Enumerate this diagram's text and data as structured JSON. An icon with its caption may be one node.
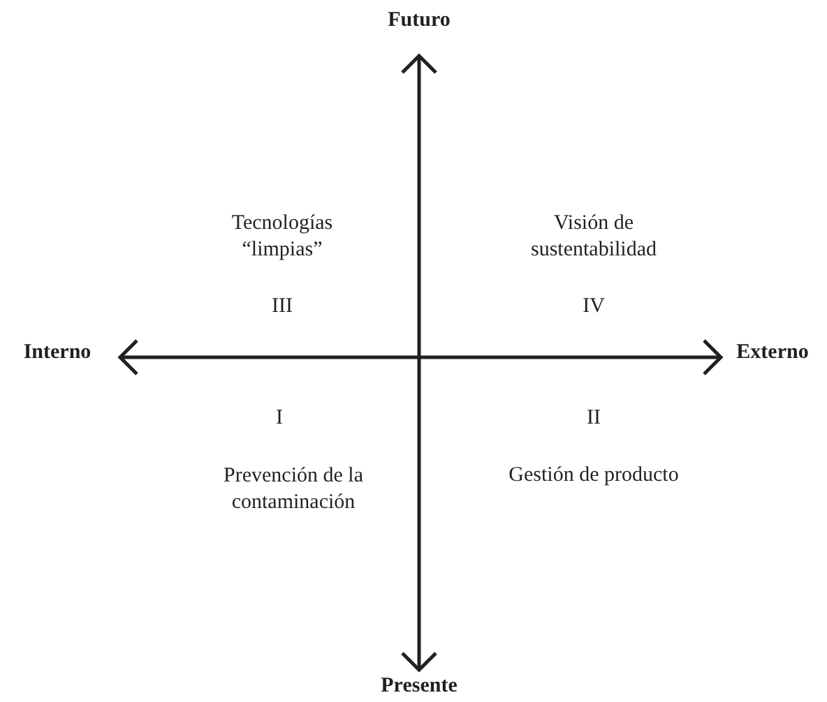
{
  "diagram": {
    "labels": [
      "Futuro",
      "Tecnologías “limpias”",
      "Visión de sustentabilidad",
      "III",
      "IV",
      "Interno",
      "Externo",
      "I",
      "II",
      "Prevención de la contaminación",
      "Gestión de producto",
      "Presente"
    ]
  }
}
